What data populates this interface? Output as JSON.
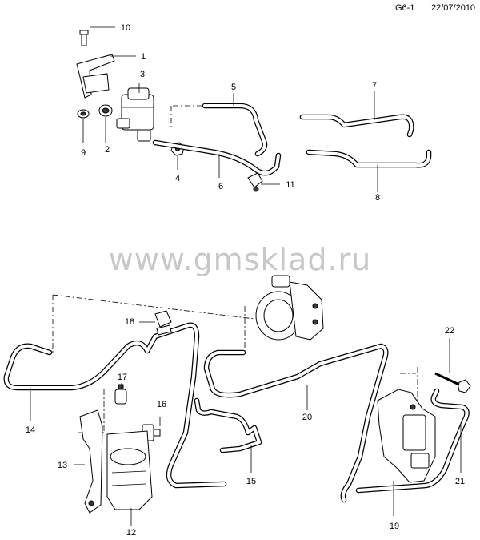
{
  "header": {
    "code": "G6-1",
    "date": "22/07/2010"
  },
  "watermark": "www.gmsklad.ru",
  "callouts": [
    "1",
    "2",
    "3",
    "4",
    "5",
    "6",
    "7",
    "8",
    "9",
    "10",
    "11",
    "12",
    "13",
    "14",
    "15",
    "16",
    "17",
    "18",
    "19",
    "20",
    "21",
    "22"
  ]
}
